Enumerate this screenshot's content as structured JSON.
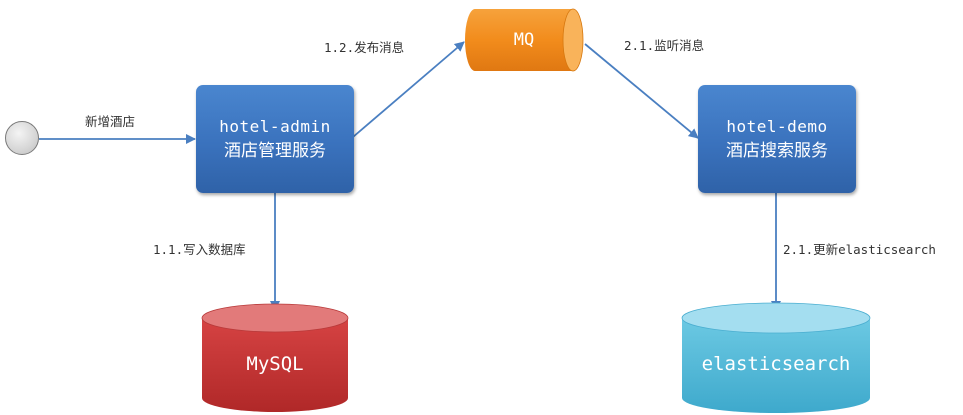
{
  "start": {
    "label": "新增酒店"
  },
  "services": {
    "admin": {
      "name": "hotel-admin",
      "desc": "酒店管理服务"
    },
    "demo": {
      "name": "hotel-demo",
      "desc": "酒店搜索服务"
    }
  },
  "queue": {
    "label": "MQ",
    "color": "#f28c1c"
  },
  "databases": {
    "mysql": {
      "label": "MySQL",
      "color": "#c83232"
    },
    "elasticsearch": {
      "label": "elasticsearch",
      "color": "#4fb6d6"
    }
  },
  "edges": {
    "write_db": "1.1.写入数据库",
    "publish": "1.2.发布消息",
    "listen": "2.1.监听消息",
    "update_es": "2.1.更新elasticsearch"
  },
  "colors": {
    "service_blue": "#3a72bd",
    "arrow_blue": "#4a7fc1"
  }
}
